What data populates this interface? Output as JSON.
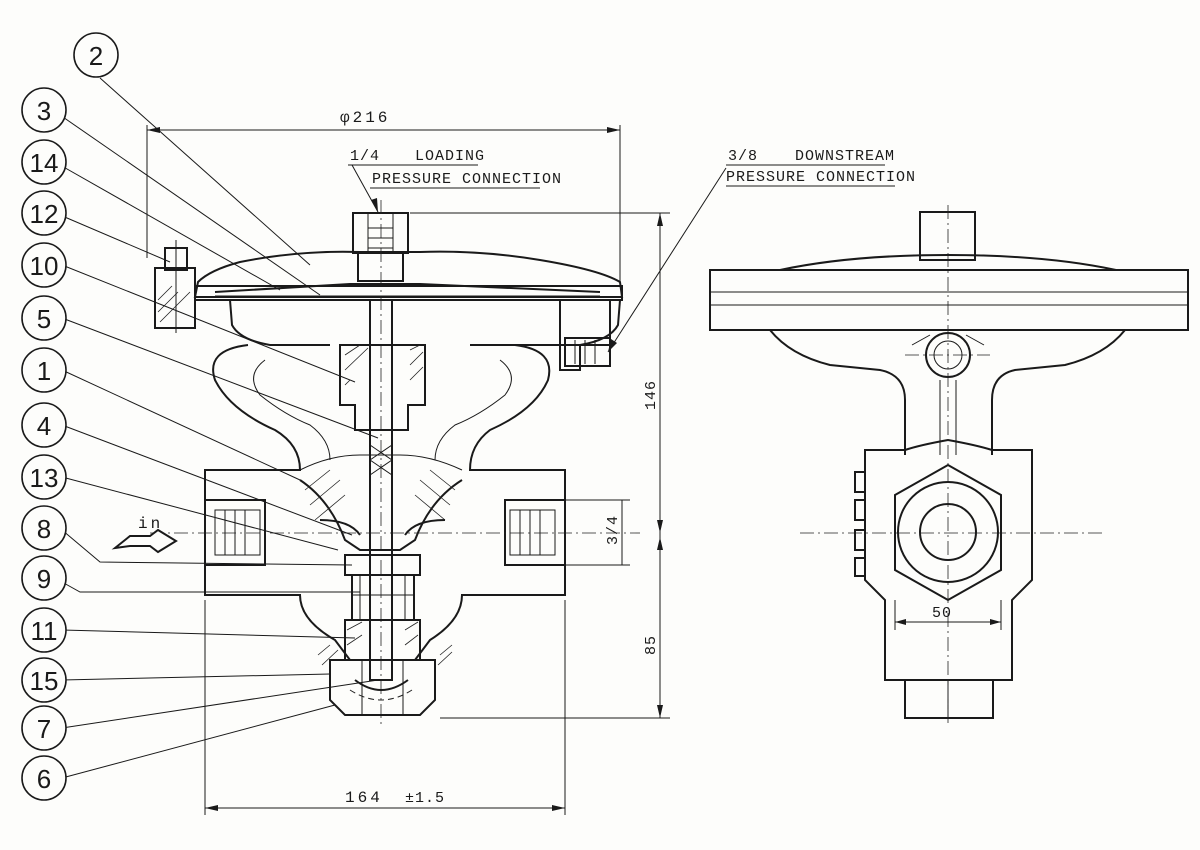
{
  "title_notes": {
    "loading_size": "1/4",
    "loading_label": "LOADING",
    "loading_label2": "PRESSURE CONNECTION",
    "downstream_size": "3/8",
    "downstream_label": "DOWNSTREAM",
    "downstream_label2": "PRESSURE CONNECTION"
  },
  "dimensions": {
    "diaphragm_diameter": "φ216",
    "height_upper": "146",
    "height_lower": "85",
    "port_size": "3/4",
    "body_length": "164",
    "body_length_tol": "±1.5",
    "side_width": "50"
  },
  "flow_label": "in",
  "balloons": [
    "2",
    "3",
    "14",
    "12",
    "10",
    "5",
    "1",
    "4",
    "13",
    "8",
    "9",
    "11",
    "15",
    "7",
    "6"
  ]
}
